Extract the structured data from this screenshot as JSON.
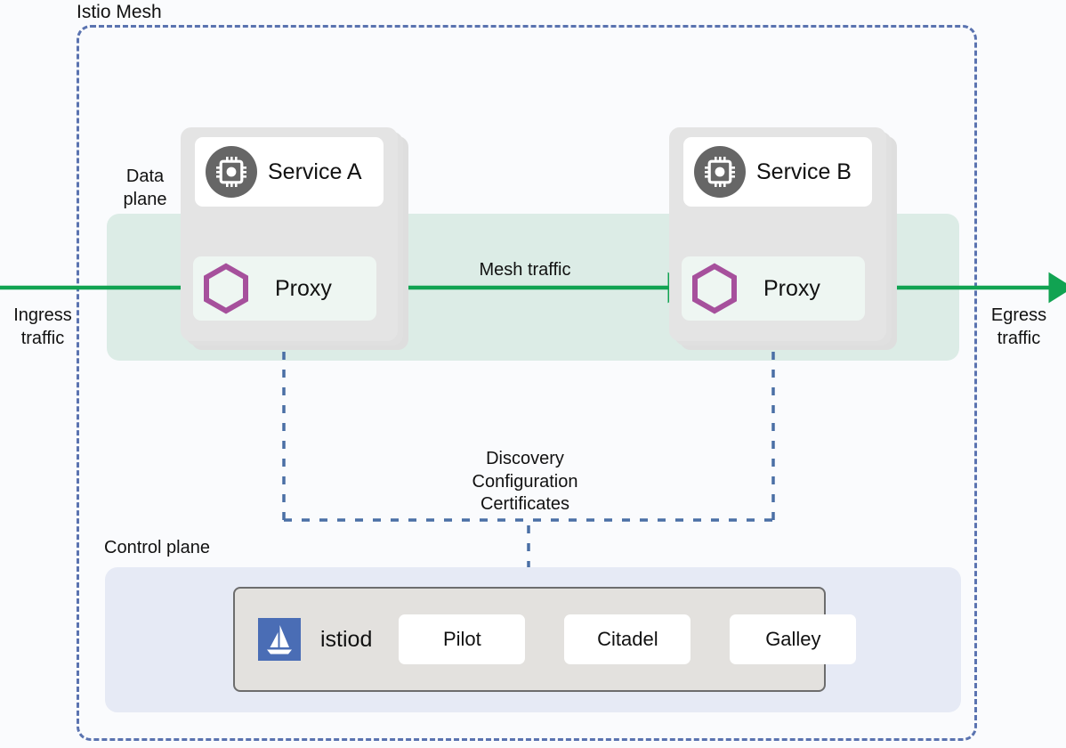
{
  "diagram": {
    "mesh_label": "Istio Mesh",
    "data_plane_label": "Data\nplane",
    "data_plane_label_line1": "Data",
    "data_plane_label_line2": "plane",
    "control_plane_label": "Control plane"
  },
  "traffic": {
    "ingress_line1": "Ingress",
    "ingress_line2": "traffic",
    "egress_line1": "Egress",
    "egress_line2": "traffic",
    "mesh_traffic": "Mesh traffic"
  },
  "control_channel": {
    "line1": "Discovery",
    "line2": "Configuration",
    "line3": "Certificates"
  },
  "pods": [
    {
      "service_name": "Service A",
      "proxy_name": "Proxy",
      "service_icon": "cpu-chip-icon",
      "proxy_icon": "hexagon-icon"
    },
    {
      "service_name": "Service B",
      "proxy_name": "Proxy",
      "service_icon": "cpu-chip-icon",
      "proxy_icon": "hexagon-icon"
    }
  ],
  "control_plane": {
    "istiod_label": "istiod",
    "istiod_icon": "istio-sailboat-logo",
    "components": [
      {
        "label": "Pilot"
      },
      {
        "label": "Citadel"
      },
      {
        "label": "Galley"
      }
    ]
  },
  "colors": {
    "mesh_border": "#5a73b0",
    "data_plane_band": "#dcece6",
    "control_plane_panel": "#e6eaf5",
    "traffic_arrow_green": "#11a352",
    "proxy_hexagon_purple": "#a6509c",
    "service_icon_gray": "#666666",
    "istiod_blue": "#4a6db5",
    "dashed_control_line": "#4a6fa5",
    "pod_gray": "#e4e4e4",
    "istiod_box_gray": "#e3e1de",
    "page_background": "#fafbfd"
  }
}
